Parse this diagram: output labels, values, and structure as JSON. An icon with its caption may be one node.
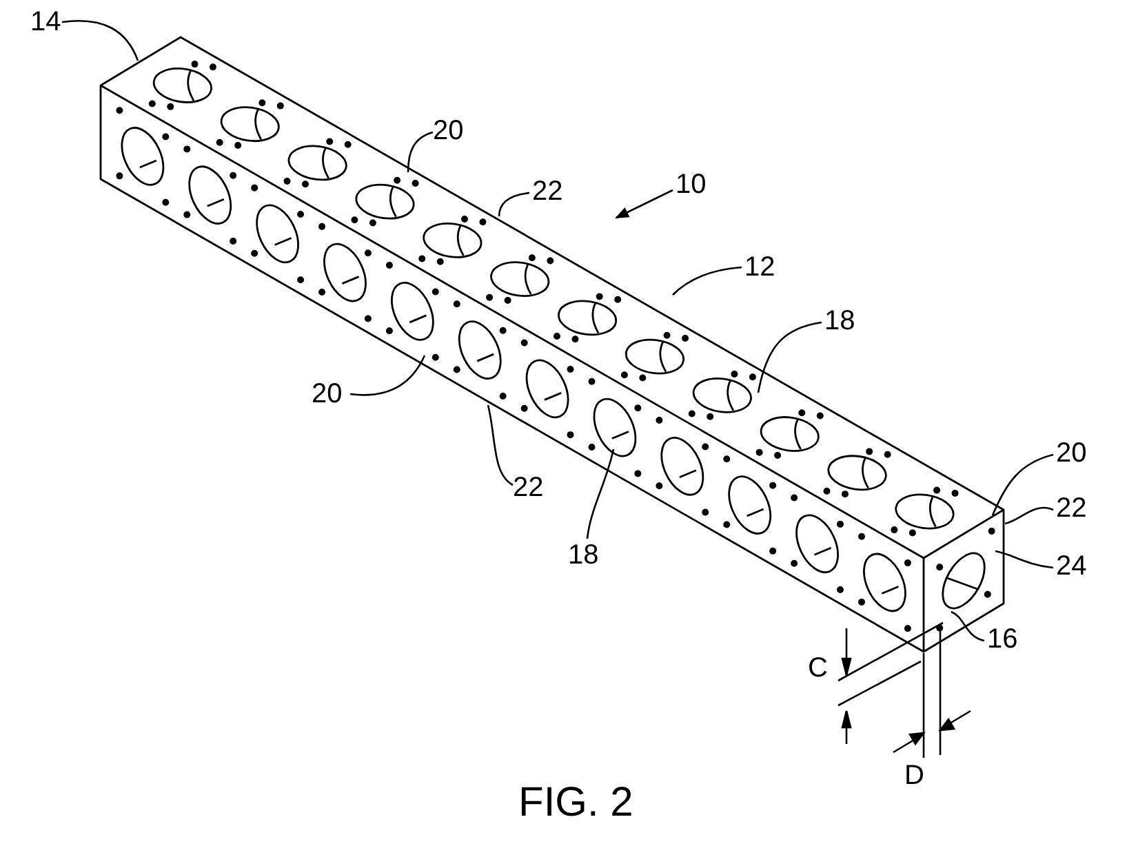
{
  "diagram": {
    "caption": "FIG. 2",
    "nodes": [
      {
        "text": [
          "14"
        ]
      },
      {
        "text": [
          "20"
        ]
      },
      {
        "text": [
          "22"
        ]
      },
      {
        "text": [
          "10"
        ]
      },
      {
        "text": [
          "12"
        ]
      },
      {
        "text": [
          "18"
        ]
      },
      {
        "text": [
          "20"
        ]
      },
      {
        "text": [
          "22"
        ]
      },
      {
        "text": [
          "18"
        ]
      },
      {
        "text": [
          "20"
        ]
      },
      {
        "text": [
          "22"
        ]
      },
      {
        "text": [
          "24"
        ]
      },
      {
        "text": [
          "16"
        ]
      }
    ],
    "edges": [
      {
        "from": 0,
        "to": null,
        "arrow": "none"
      },
      {
        "from": 1,
        "to": null,
        "arrow": "none"
      },
      {
        "from": 2,
        "to": null,
        "arrow": "none"
      },
      {
        "from": 3,
        "to": null,
        "arrow": "to"
      },
      {
        "from": 4,
        "to": null,
        "arrow": "none"
      },
      {
        "from": 5,
        "to": null,
        "arrow": "none"
      },
      {
        "from": 6,
        "to": null,
        "arrow": "none"
      },
      {
        "from": 7,
        "to": null,
        "arrow": "none"
      },
      {
        "from": 8,
        "to": null,
        "arrow": "none"
      },
      {
        "from": 9,
        "to": null,
        "arrow": "none"
      },
      {
        "from": 10,
        "to": null,
        "arrow": "none"
      },
      {
        "from": 11,
        "to": null,
        "arrow": "none"
      },
      {
        "from": 12,
        "to": null,
        "arrow": "none"
      }
    ],
    "labels": [
      "C",
      "D"
    ]
  }
}
